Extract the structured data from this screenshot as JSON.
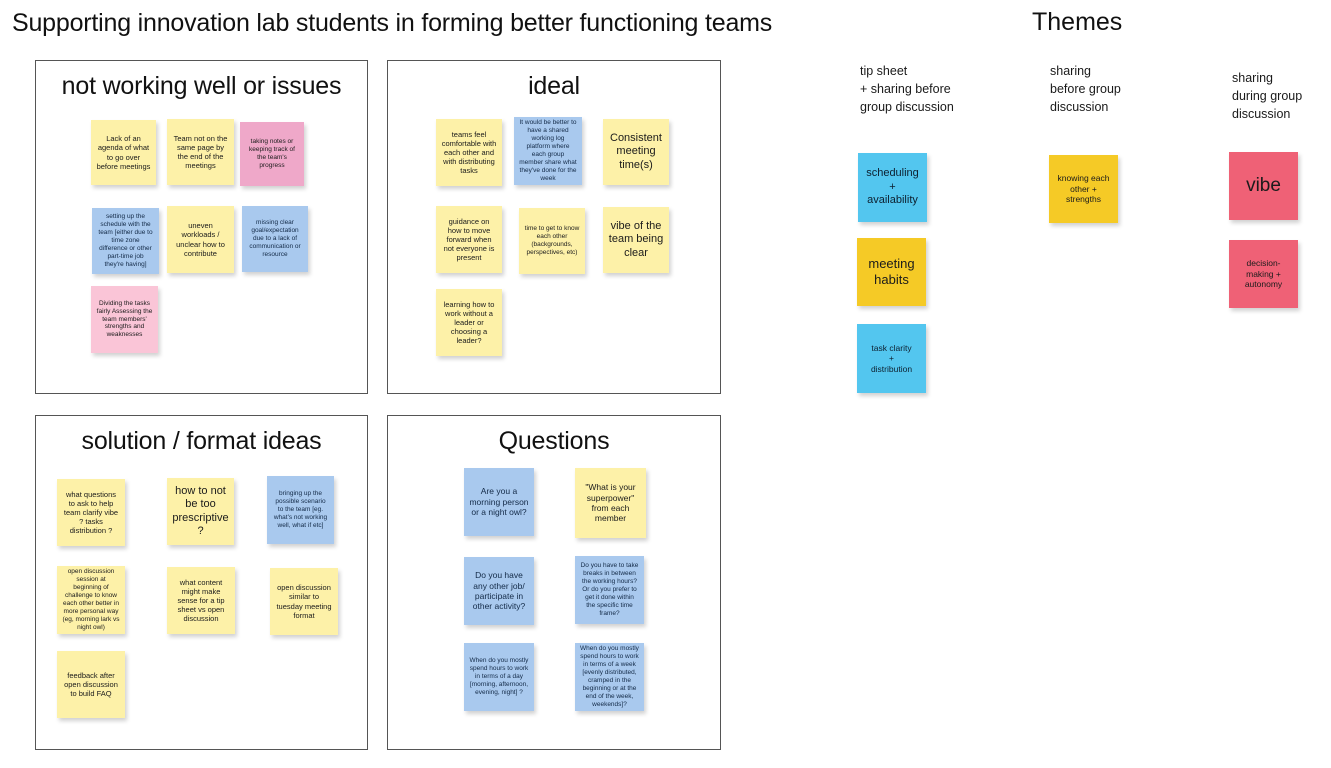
{
  "board": {
    "title": "Supporting innovation lab students in forming better functioning teams"
  },
  "panels": [
    {
      "id": "issues",
      "title": "not working well or issues",
      "notes": [
        {
          "text": "Lack of an agenda of what to go over before meetings",
          "color": "#fdf1a8"
        },
        {
          "text": "Team not on the same page by the end of the meetings",
          "color": "#fdf1a8"
        },
        {
          "text": "taking notes or keeping track of the team's progress",
          "color": "#efa8c9"
        },
        {
          "text": "setting up the schedule with the team [either due to time zone difference or other part-time job they're having]",
          "color": "#a9c9ee"
        },
        {
          "text": "uneven workloads / unclear how to contribute",
          "color": "#fdf1a8"
        },
        {
          "text": "missing clear goal/expectation due to a lack of communication or resource",
          "color": "#a9c9ee"
        },
        {
          "text": "Dividing the tasks fairly Assessing the team members' strengths and weaknesses",
          "color": "#fac5d7"
        }
      ]
    },
    {
      "id": "ideal",
      "title": "ideal",
      "notes": [
        {
          "text": "teams feel comfortable with each other and with distributing tasks",
          "color": "#fdf1a8"
        },
        {
          "text": "It would be better to have a shared working log platform where each group member share what they've done for the week",
          "color": "#a9c9ee"
        },
        {
          "text": "Consistent meeting time(s)",
          "color": "#fdf1a8"
        },
        {
          "text": "guidance on how to move forward when not everyone is present",
          "color": "#fdf1a8"
        },
        {
          "text": "time to get to know each other (backgrounds, perspectives, etc)",
          "color": "#fdf1a8"
        },
        {
          "text": "vibe of the team being clear",
          "color": "#fdf1a8"
        },
        {
          "text": "learning how to work without a leader or choosing a leader?",
          "color": "#fdf1a8"
        }
      ]
    },
    {
      "id": "solution",
      "title": "solution / format ideas",
      "notes": [
        {
          "text": "what questions to ask to help team clarify vibe ? tasks distribution ?",
          "color": "#fdf1a8"
        },
        {
          "text": "how to not be too prescriptive?",
          "color": "#fdf1a8"
        },
        {
          "text": "bringing up the possible scenario to the team [eg. what's not working well, what if etc]",
          "color": "#a9c9ee"
        },
        {
          "text": "open discussion session at beginning of challenge to know each other better in more personal way (eg, morning lark vs night owl)",
          "color": "#fdf1a8"
        },
        {
          "text": "what content might make sense for a tip sheet vs open discussion",
          "color": "#fdf1a8"
        },
        {
          "text": "open discussion similar to tuesday meeting format",
          "color": "#fdf1a8"
        },
        {
          "text": "feedback after open discussion to build FAQ",
          "color": "#fdf1a8"
        }
      ]
    },
    {
      "id": "questions",
      "title": "Questions",
      "notes": [
        {
          "text": "Are you a morning person or a night owl?",
          "color": "#a9c9ee"
        },
        {
          "text": "\"What is your superpower\" from each member",
          "color": "#fdf1a8"
        },
        {
          "text": "Do you have any other job/ participate in other activity?",
          "color": "#a9c9ee"
        },
        {
          "text": "Do you have to take breaks in between the working hours? Or do you prefer to get it done within the specific time frame?",
          "color": "#a9c9ee"
        },
        {
          "text": "When do you mostly spend hours to work in terms of a day [morning, afternoon, evening, night] ?",
          "color": "#a9c9ee"
        },
        {
          "text": "When do you mostly spend hours to work in terms of  a week [evenly distributed, cramped in the beginning or at the end of  the week, weekends]?",
          "color": "#a9c9ee"
        }
      ]
    }
  ],
  "themes": {
    "title": "Themes",
    "columns": [
      {
        "heading": "tip sheet\n+ sharing before\ngroup discussion",
        "notes": [
          {
            "text": "scheduling\n+\navailability",
            "color": "#53c6ef"
          },
          {
            "text": "meeting habits",
            "color": "#f5ca26"
          },
          {
            "text": "task clarity\n+\ndistribution",
            "color": "#53c6ef"
          }
        ]
      },
      {
        "heading": "sharing\nbefore group\ndiscussion",
        "notes": [
          {
            "text": "knowing each other + strengths",
            "color": "#f5ca26"
          }
        ]
      },
      {
        "heading": "sharing\nduring group\ndiscussion",
        "notes": [
          {
            "text": "vibe",
            "color": "#ef6176"
          },
          {
            "text": "decision-making + autonomy",
            "color": "#ef6176"
          }
        ]
      }
    ]
  }
}
